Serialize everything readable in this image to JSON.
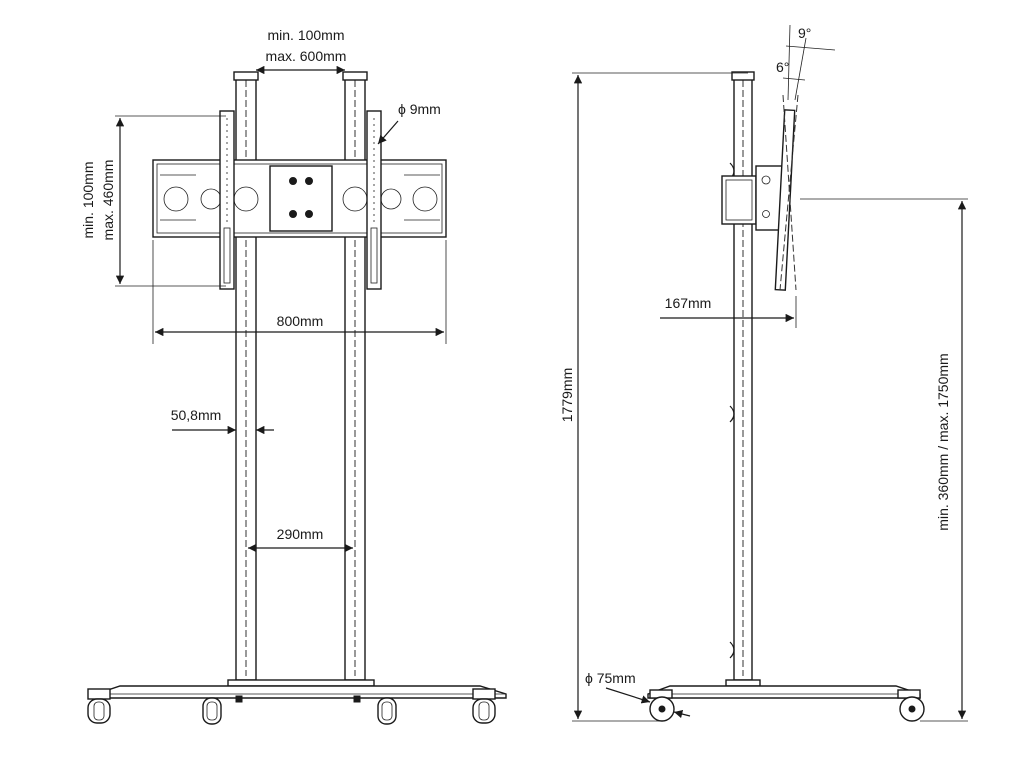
{
  "front_view": {
    "mount_width": {
      "min": "min. 100mm",
      "max": "max. 600mm"
    },
    "hole_diameter": "ϕ 9mm",
    "mount_height": {
      "min": "min. 100mm",
      "max": "max. 460mm"
    },
    "bracket_width": "800mm",
    "post_width": "50,8mm",
    "post_spacing": "290mm"
  },
  "side_view": {
    "tilt_forward": "9°",
    "tilt_back": "6°",
    "wall_distance": "167mm",
    "total_height": "1779mm",
    "height_range": "min. 360mm / max. 1750mm",
    "wheel_diameter": "ϕ 75mm"
  },
  "colors": {
    "line": "#1a1a1a",
    "background": "#ffffff"
  }
}
